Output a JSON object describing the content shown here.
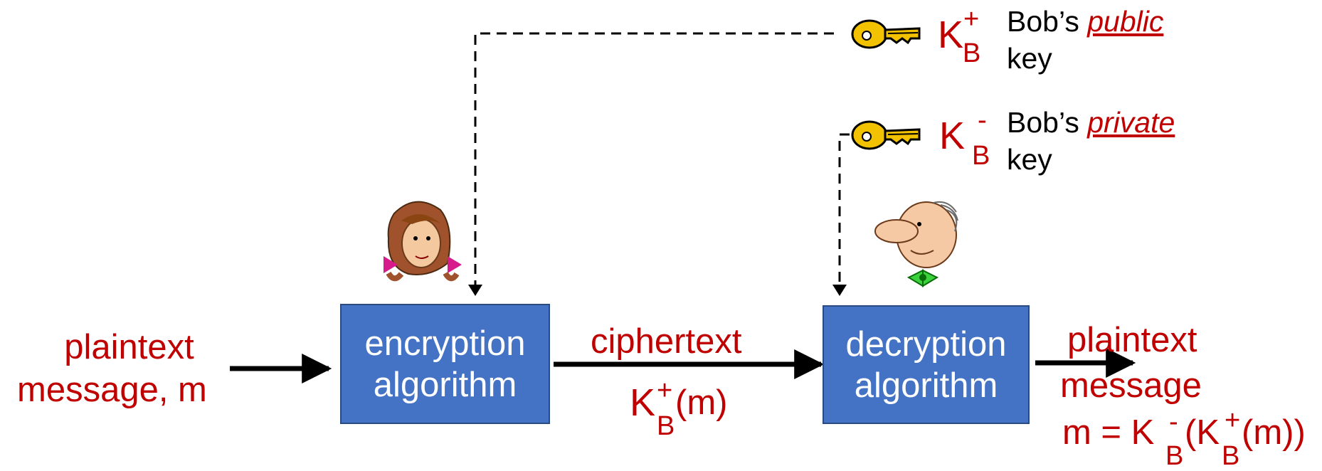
{
  "input": {
    "line1": "plaintext",
    "line2": "message, m"
  },
  "encrypt_box": {
    "line1": "encryption",
    "line2": "algorithm"
  },
  "decrypt_box": {
    "line1": "decryption",
    "line2": "algorithm"
  },
  "channel": {
    "label": "ciphertext",
    "k": "K",
    "sup": "+",
    "sub": "B",
    "arg": "(m)"
  },
  "output": {
    "line1": "plaintext",
    "line2": "message",
    "eq_prefix": "m = K",
    "sup1": "-",
    "sub1": "B",
    "open": "(K",
    "sup2": "+",
    "sub2": "B",
    "close": "(m))"
  },
  "public_key": {
    "k": "K",
    "sup": "+",
    "sub": "B",
    "owner": "Bob’s ",
    "kind": "public",
    "word": "key"
  },
  "private_key": {
    "k": "K",
    "sup": "-",
    "sub": "B",
    "owner": "Bob’s ",
    "kind": "private",
    "word": "key"
  },
  "colors": {
    "box": "#4472c4",
    "accent_red": "#c00000",
    "key_gold": "#f2c200"
  },
  "icons": {
    "public_key": "key-icon",
    "private_key": "key-icon",
    "alice": "alice-face-icon",
    "bob": "bob-face-icon"
  }
}
